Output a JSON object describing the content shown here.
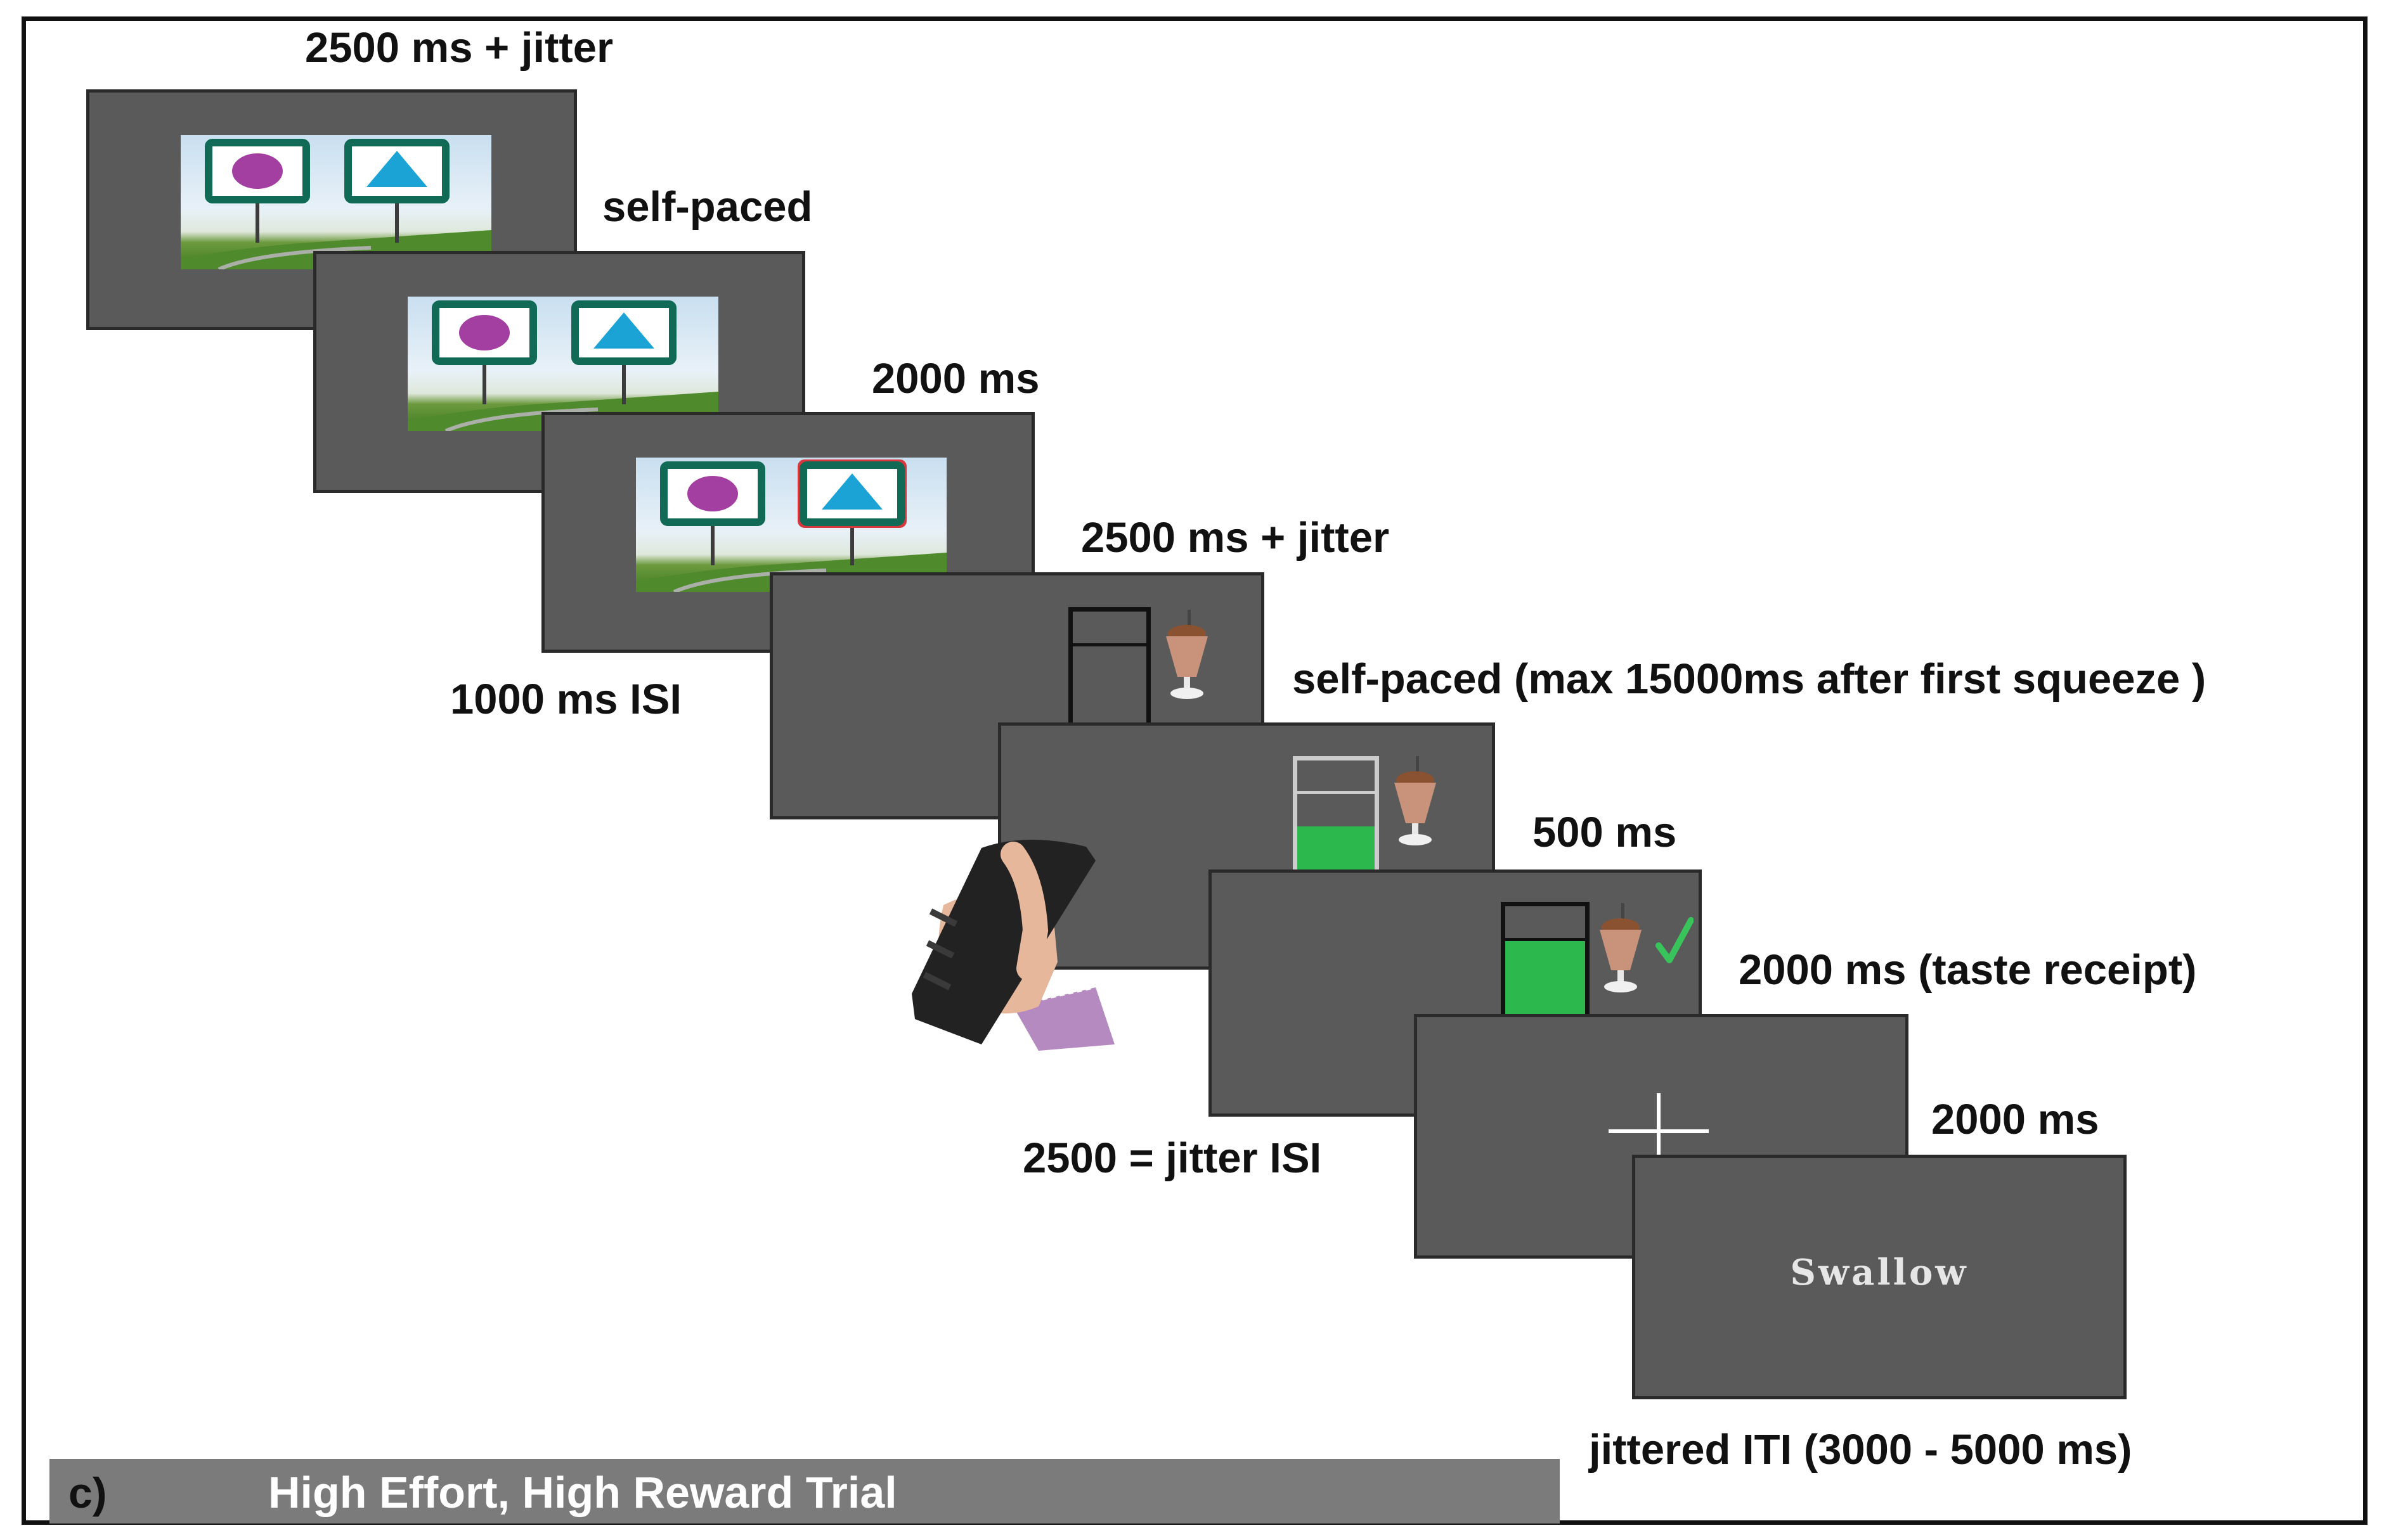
{
  "timing_labels": {
    "choice_duration": "2500 ms + jitter",
    "response": "self-paced",
    "highlight_duration": "2000 ms",
    "isi_1": "1000 ms ISI",
    "anticipation": "2500 ms + jitter",
    "effort": "self-paced (max 15000ms after first squeeze )",
    "feedback": "500 ms",
    "isi_2": "2500 = jitter ISI",
    "taste": "2000 ms (taste receipt)",
    "fixation": "2000 ms",
    "iti": "jittered ITI (3000 - 5000 ms)"
  },
  "screens": {
    "swallow_text": "Swallow",
    "effort_bar_levels": [
      0,
      0.5,
      1
    ],
    "colors": {
      "screen_bg": "#5a5a5a",
      "fill": "#2cb84c",
      "circle": "#a23fa0",
      "triangle": "#1ba3d6",
      "sign_frame": "#106a55",
      "selection": "#d9363e",
      "check": "#38c45a"
    }
  },
  "icons": [
    "circle-sign-icon",
    "triangle-sign-icon",
    "milkshake-icon",
    "checkmark-icon",
    "fixation-cross-icon",
    "hand-grip-icon"
  ],
  "panel": {
    "letter": "c)",
    "title": "High Effort, High Reward Trial"
  }
}
